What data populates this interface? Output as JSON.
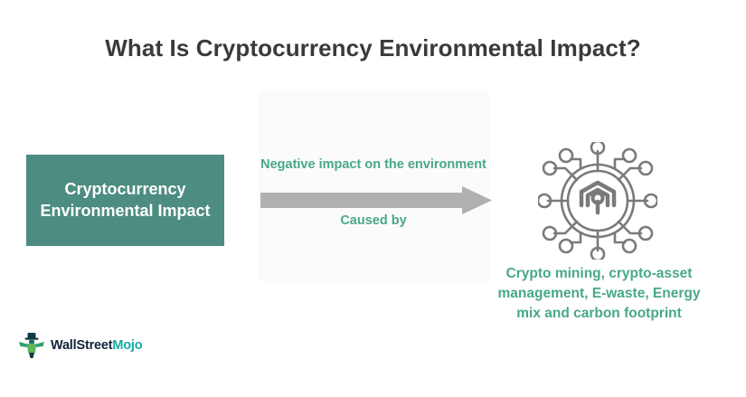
{
  "title": "What Is Cryptocurrency Environmental Impact?",
  "concept_box": {
    "label": "Cryptocurrency Environmental Impact",
    "background_color": "#4D8C80",
    "text_color": "#FFFFFF"
  },
  "flow": {
    "arrow_top_label": "Negative impact on the environment",
    "arrow_bottom_label": "Caused by",
    "arrow_color": "#B0B0B0",
    "label_color": "#48A886",
    "panel_color": "#FBFBFB"
  },
  "outcome": {
    "icon_name": "crypto-node-network-icon",
    "icon_color": "#7A7A7A",
    "caption": "Crypto mining, crypto-asset management, E-waste, Energy mix and carbon footprint",
    "caption_color": "#48A886"
  },
  "brand": {
    "word_primary": "WallStreet",
    "word_accent": "Mojo",
    "mark_name": "wallstreetmojo-figure-icon",
    "primary_color": "#12243C",
    "accent_color": "#12A9A4"
  },
  "theme": {
    "background": "#FFFFFF",
    "title_color": "#3A3A3A"
  }
}
